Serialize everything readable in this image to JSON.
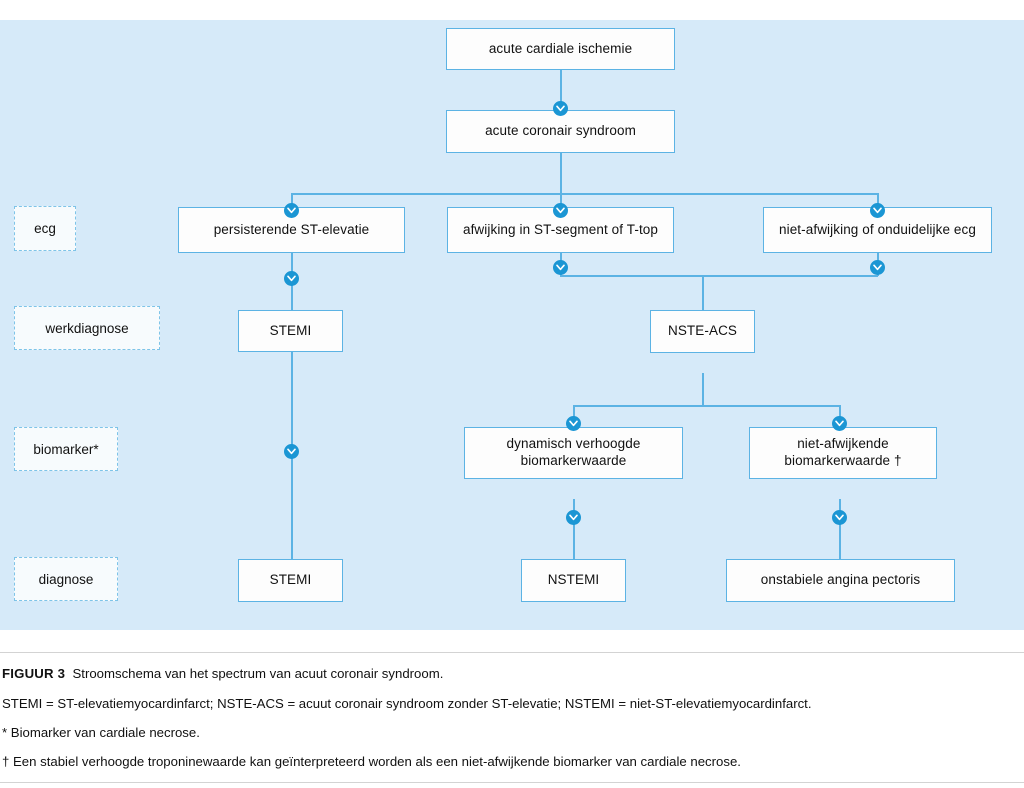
{
  "figure": {
    "panel_bg": "#d6eaf9",
    "line_color": "#5cb3e4",
    "marker_color": "#1b96d4",
    "node_fill": "#fdfdfd"
  },
  "row_labels": [
    {
      "id": "ecg",
      "label": "ecg"
    },
    {
      "id": "werkdiagnose",
      "label": "werkdiagnose"
    },
    {
      "id": "biomarker",
      "label": "biomarker*"
    },
    {
      "id": "diagnose",
      "label": "diagnose"
    }
  ],
  "nodes": {
    "ischemie": "acute cardiale ischemie",
    "acs": "acute coronair syndroom",
    "ecg_left": "persisterende ST-elevatie",
    "ecg_middle": "afwijking in ST-segment of T-top",
    "ecg_right": "niet-afwijking of onduidelijke ecg",
    "wd_stemi": "STEMI",
    "wd_nsteacs": "NSTE-ACS",
    "bio_left_l1": "dynamisch verhoogde",
    "bio_left_l2": "biomarkerwaarde",
    "bio_right_l1": "niet-afwijkende",
    "bio_right_l2": "biomarkerwaarde †",
    "dx_stemi": "STEMI",
    "dx_nstemi": "NSTEMI",
    "dx_uap": "onstabiele angina pectoris"
  },
  "caption": {
    "label": "FIGUUR 3",
    "title": "Stroomschema van het spectrum van acuut coronair syndroom.",
    "abbreviations": "STEMI = ST-elevatiemyocardinfarct; NSTE-ACS = acuut coronair syndroom zonder ST-elevatie; NSTEMI = niet-ST-elevatiemyocardinfarct.",
    "footnote_star": "* Biomarker van cardiale necrose.",
    "footnote_dagger": "† Een stabiel verhoogde troponinewaarde kan geïnterpreteerd worden als een niet-afwijkende biomarker van cardiale necrose."
  }
}
